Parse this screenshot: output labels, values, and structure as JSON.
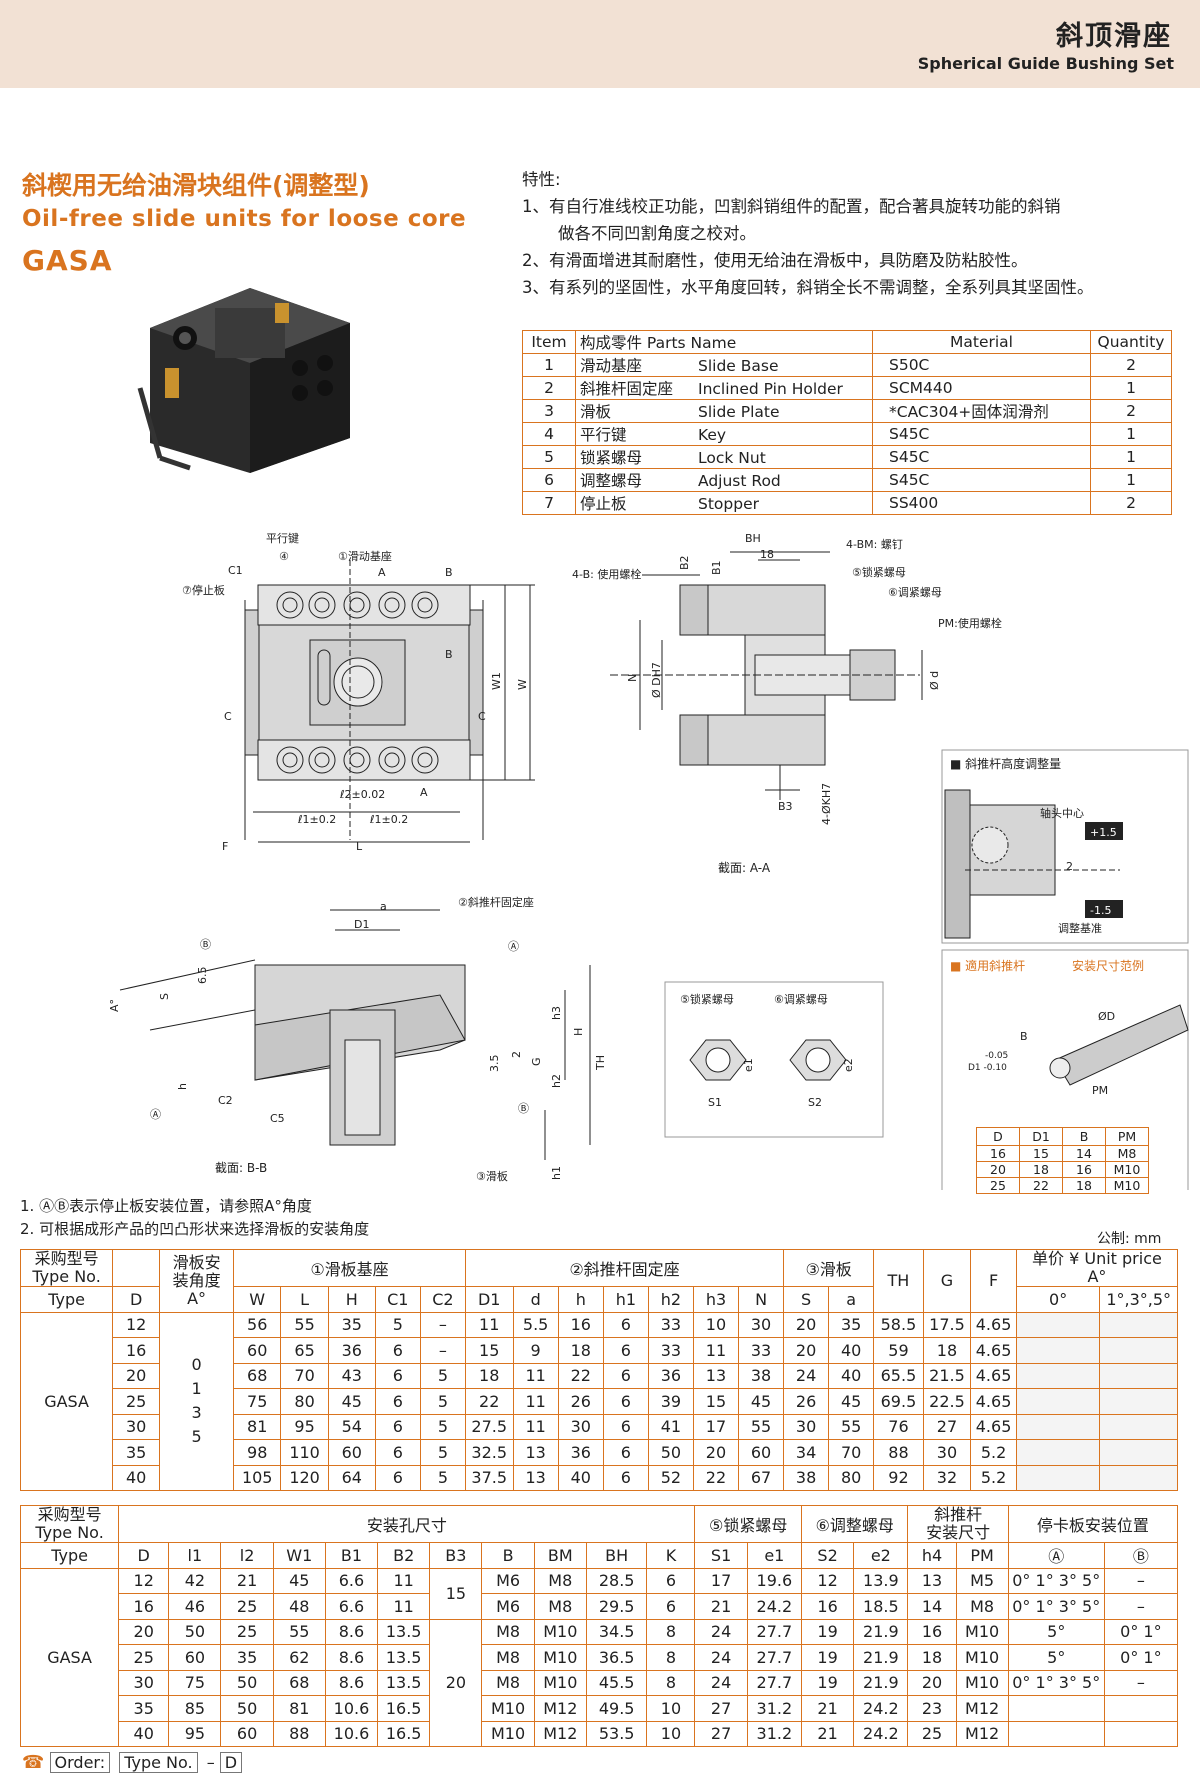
{
  "header": {
    "title_zh": "斜顶滑座",
    "title_en": "Spherical Guide Bushing Set"
  },
  "product": {
    "title_zh": "斜楔用无给油滑块组件(调整型)",
    "title_en": "Oil-free slide units for loose core",
    "code": "GASA"
  },
  "features": {
    "heading": "特性:",
    "lines": [
      "1、有自行准线校正功能，凹割斜销组件的配置，配合著具旋转功能的斜销",
      "做各不同凹割角度之校对。",
      "2、有滑面增进其耐磨性，使用无给油在滑板中，具防磨及防粘胶性。",
      "3、有系列的坚固性，水平角度回转，斜销全长不需调整，全系列具其坚固性。"
    ]
  },
  "parts_table": {
    "headers": [
      "Item",
      "构成零件 Parts Name",
      "Material",
      "Quantity"
    ],
    "rows": [
      {
        "item": "1",
        "zh": "滑动基座",
        "en": "Slide Base",
        "material": "S50C",
        "qty": "2"
      },
      {
        "item": "2",
        "zh": "斜推杆固定座",
        "en": "Inclined Pin Holder",
        "material": "SCM440",
        "qty": "1"
      },
      {
        "item": "3",
        "zh": "滑板",
        "en": "Slide Plate",
        "material": "*CAC304+固体润滑剂",
        "qty": "2"
      },
      {
        "item": "4",
        "zh": "平行键",
        "en": "Key",
        "material": "S45C",
        "qty": "1"
      },
      {
        "item": "5",
        "zh": "锁紧螺母",
        "en": "Lock Nut",
        "material": "S45C",
        "qty": "1"
      },
      {
        "item": "6",
        "zh": "调整螺母",
        "en": "Adjust Rod",
        "material": "S45C",
        "qty": "1"
      },
      {
        "item": "7",
        "zh": "停止板",
        "en": "Stopper",
        "material": "SS400",
        "qty": "2"
      }
    ]
  },
  "drawing": {
    "top_view": {
      "labels": [
        "平行键",
        "④",
        "①滑动基座",
        "C1",
        "⑦停止板",
        "A",
        "B",
        "B",
        "W1",
        "W",
        "C",
        "C",
        "ℓ2±0.02",
        "A",
        "ℓ1±0.2",
        "ℓ1±0.2",
        "F",
        "L"
      ]
    },
    "section_aa": {
      "labels": [
        "BH",
        "18",
        "4-BM: 螺钉",
        "4-B: 使用螺栓",
        "B2",
        "B1",
        "⑤锁紧螺母",
        "⑥调紧螺母",
        "PM:使用螺栓",
        "N",
        "Ø DH7",
        "Ø d",
        "B3",
        "4-ØKH7"
      ],
      "caption": "截面: A-A"
    },
    "height_adjust": {
      "title": "■ 斜推杆高度调整量",
      "labels": [
        "轴头中心",
        "+1.5",
        "2",
        "-1.5",
        "调整基准"
      ]
    },
    "section_bb": {
      "labels": [
        "a",
        "D1",
        "②斜推杆固定座",
        "Ⓑ",
        "Ⓐ",
        "A°",
        "S",
        "6.5",
        "h3",
        "H",
        "TH",
        "3.5",
        "2",
        "G",
        "h2",
        "h",
        "Ⓐ",
        "C2",
        "C5",
        "Ⓑ",
        "h1",
        "③滑板"
      ],
      "caption": "截面: B-B"
    },
    "nuts": {
      "labels": [
        "⑤锁紧螺母",
        "⑥调紧螺母",
        "e1",
        "S1",
        "e2",
        "S2"
      ]
    },
    "pin_range": {
      "title": "■ 適用斜推杆",
      "subtitle": "安装尺寸范例",
      "labels": [
        "ØD",
        "B",
        "-0.05",
        "D1 -0.10",
        "PM"
      ],
      "table": {
        "headers": [
          "D",
          "D1",
          "B",
          "PM"
        ],
        "rows": [
          [
            "16",
            "15",
            "14",
            "M8"
          ],
          [
            "20",
            "18",
            "16",
            "M10"
          ],
          [
            "25",
            "22",
            "18",
            "M10"
          ]
        ]
      }
    }
  },
  "notes": [
    "1. ⒶⒷ表示停止板安装位置，请参照A°角度",
    "2. 可根据成形产品的凹凸形状来选择滑板的安装角度"
  ],
  "unit_note": "公制: mm",
  "table1": {
    "h_model_zh": "采购型号",
    "h_model_en": "Type No.",
    "h_angle_zh1": "滑板安",
    "h_angle_zh2": "装角度",
    "h_g1": "①滑板基座",
    "h_g2": "②斜推杆固定座",
    "h_g3": "③滑板",
    "h_price": "单价 ¥ Unit price",
    "h_price_sub": "A°",
    "cols": [
      "Type",
      "D",
      "A°",
      "W",
      "L",
      "H",
      "C1",
      "C2",
      "D1",
      "d",
      "h",
      "h1",
      "h2",
      "h3",
      "N",
      "S",
      "a",
      "TH",
      "G",
      "F",
      "0°",
      "1°,3°,5°"
    ],
    "type": "GASA",
    "angles": [
      "0",
      "1",
      "3",
      "5"
    ],
    "rows": [
      [
        "12",
        "56",
        "55",
        "35",
        "5",
        "–",
        "11",
        "5.5",
        "16",
        "6",
        "33",
        "10",
        "30",
        "20",
        "35",
        "58.5",
        "17.5",
        "4.65"
      ],
      [
        "16",
        "60",
        "65",
        "36",
        "6",
        "–",
        "15",
        "9",
        "18",
        "6",
        "33",
        "11",
        "33",
        "20",
        "40",
        "59",
        "18",
        "4.65"
      ],
      [
        "20",
        "68",
        "70",
        "43",
        "6",
        "5",
        "18",
        "11",
        "22",
        "6",
        "36",
        "13",
        "38",
        "24",
        "40",
        "65.5",
        "21.5",
        "4.65"
      ],
      [
        "25",
        "75",
        "80",
        "45",
        "6",
        "5",
        "22",
        "11",
        "26",
        "6",
        "39",
        "15",
        "45",
        "26",
        "45",
        "69.5",
        "22.5",
        "4.65"
      ],
      [
        "30",
        "81",
        "95",
        "54",
        "6",
        "5",
        "27.5",
        "11",
        "30",
        "6",
        "41",
        "17",
        "55",
        "30",
        "55",
        "76",
        "27",
        "4.65"
      ],
      [
        "35",
        "98",
        "110",
        "60",
        "6",
        "5",
        "32.5",
        "13",
        "36",
        "6",
        "50",
        "20",
        "60",
        "34",
        "70",
        "88",
        "30",
        "5.2"
      ],
      [
        "40",
        "105",
        "120",
        "64",
        "6",
        "5",
        "37.5",
        "13",
        "40",
        "6",
        "52",
        "22",
        "67",
        "38",
        "80",
        "92",
        "32",
        "5.2"
      ]
    ]
  },
  "table2": {
    "h_model_zh": "采购型号",
    "h_model_en": "Type No.",
    "h_holes": "安装孔尺寸",
    "h_nut5": "⑤锁紧螺母",
    "h_nut6": "⑥调整螺母",
    "h_pin_zh1": "斜推杆",
    "h_pin_zh2": "安装尺寸",
    "h_stop": "停卡板安装位置",
    "cols": [
      "Type",
      "D",
      "l1",
      "l2",
      "W1",
      "B1",
      "B2",
      "B3",
      "B",
      "BM",
      "BH",
      "K",
      "S1",
      "e1",
      "S2",
      "e2",
      "h4",
      "PM",
      "Ⓐ",
      "Ⓑ"
    ],
    "type": "GASA",
    "b3_values": [
      "15",
      "20"
    ],
    "rows": [
      [
        "12",
        "42",
        "21",
        "45",
        "6.6",
        "11",
        "M6",
        "M8",
        "28.5",
        "6",
        "17",
        "19.6",
        "12",
        "13.9",
        "13",
        "M5",
        "0° 1° 3° 5°",
        "–"
      ],
      [
        "16",
        "46",
        "25",
        "48",
        "6.6",
        "11",
        "M6",
        "M8",
        "29.5",
        "6",
        "21",
        "24.2",
        "16",
        "18.5",
        "14",
        "M8",
        "0° 1° 3° 5°",
        "–"
      ],
      [
        "20",
        "50",
        "25",
        "55",
        "8.6",
        "13.5",
        "M8",
        "M10",
        "34.5",
        "8",
        "24",
        "27.7",
        "19",
        "21.9",
        "16",
        "M10",
        "5°",
        "0° 1°"
      ],
      [
        "25",
        "60",
        "35",
        "62",
        "8.6",
        "13.5",
        "M8",
        "M10",
        "36.5",
        "8",
        "24",
        "27.7",
        "19",
        "21.9",
        "18",
        "M10",
        "5°",
        "0° 1°"
      ],
      [
        "30",
        "75",
        "50",
        "68",
        "8.6",
        "13.5",
        "M8",
        "M10",
        "45.5",
        "8",
        "24",
        "27.7",
        "19",
        "21.9",
        "20",
        "M10",
        "0° 1° 3° 5°",
        "–"
      ],
      [
        "35",
        "85",
        "50",
        "81",
        "10.6",
        "16.5",
        "M10",
        "M12",
        "49.5",
        "10",
        "27",
        "31.2",
        "21",
        "24.2",
        "23",
        "M12",
        "",
        ""
      ],
      [
        "40",
        "95",
        "60",
        "88",
        "10.6",
        "16.5",
        "M10",
        "M12",
        "53.5",
        "10",
        "27",
        "31.2",
        "21",
        "24.2",
        "25",
        "M12",
        "",
        ""
      ]
    ]
  },
  "order": {
    "label": "Order:",
    "type_no": "Type No.",
    "dash": "–",
    "d": "D"
  },
  "colors": {
    "accent": "#d9741f",
    "header_bg": "#f2e1d4",
    "line": "#222222"
  }
}
